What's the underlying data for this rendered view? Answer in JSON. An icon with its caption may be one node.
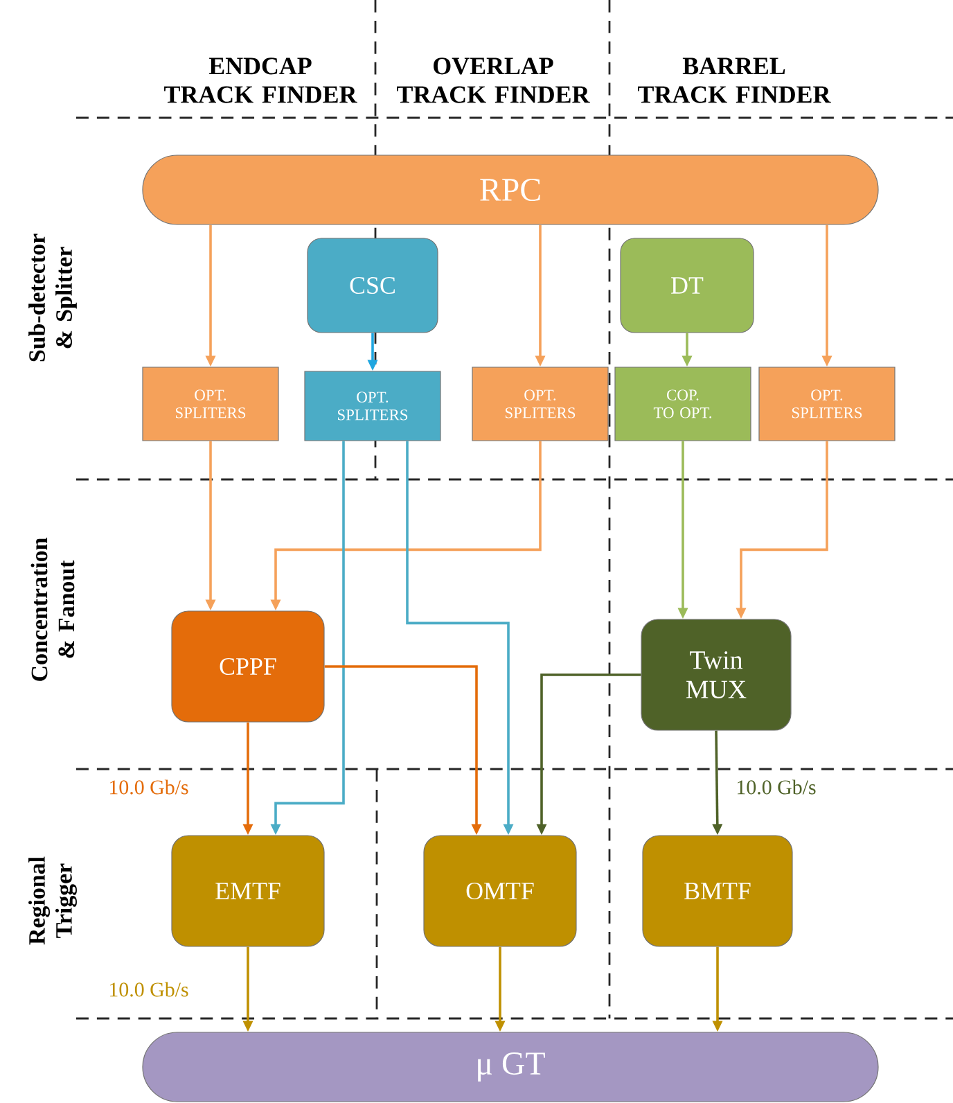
{
  "diagram": {
    "nodes": [
      {
        "text": [
          "RPC"
        ]
      },
      {
        "text": [
          "CSC"
        ]
      },
      {
        "text": [
          "DT"
        ]
      },
      {
        "text": [
          "OPT. SPLITERS"
        ]
      },
      {
        "text": [
          "OPT. SPLITERS"
        ]
      },
      {
        "text": [
          "OPT. SPLITERS"
        ]
      },
      {
        "text": [
          "COP. TO OPT."
        ]
      },
      {
        "text": [
          "OPT. SPLITERS"
        ]
      },
      {
        "text": [
          "CPPF"
        ]
      },
      {
        "text": [
          "Twin MUX"
        ]
      },
      {
        "text": [
          "EMTF"
        ]
      },
      {
        "text": [
          "OMTF"
        ]
      },
      {
        "text": [
          "BMTF"
        ]
      },
      {
        "text": [
          "μ GT"
        ]
      }
    ],
    "edges": [
      {
        "from": 0,
        "to": 3,
        "arrow": "to"
      },
      {
        "from": 1,
        "to": 4,
        "arrow": "to",
        "color": "#1fa6e0"
      },
      {
        "from": 0,
        "to": 5,
        "arrow": "to"
      },
      {
        "from": 2,
        "to": 6,
        "arrow": "to",
        "color": "#9bbb59"
      },
      {
        "from": 0,
        "to": 7,
        "arrow": "to"
      },
      {
        "from": 3,
        "to": 8,
        "arrow": "to"
      },
      {
        "from": 5,
        "to": 8,
        "arrow": "to"
      },
      {
        "from": 4,
        "to": 10,
        "arrow": "to",
        "color": "#4bacc6"
      },
      {
        "from": 4,
        "to": 11,
        "arrow": "to",
        "color": "#4bacc6"
      },
      {
        "from": 6,
        "to": 9,
        "arrow": "to",
        "color": "#9bbb59"
      },
      {
        "from": 7,
        "to": 9,
        "arrow": "to"
      },
      {
        "from": 8,
        "to": 10,
        "arrow": "to",
        "color": "#e46c0a",
        "label": "10.0 Gb/s"
      },
      {
        "from": 8,
        "to": 11,
        "arrow": "to",
        "color": "#e46c0a"
      },
      {
        "from": 9,
        "to": 11,
        "arrow": "to",
        "color": "#4f6228"
      },
      {
        "from": 9,
        "to": 12,
        "arrow": "to",
        "color": "#4f6228",
        "label": "10.0 Gb/s"
      },
      {
        "from": 10,
        "to": 13,
        "arrow": "to",
        "color": "#bf9000",
        "label": "10.0 Gb/s"
      },
      {
        "from": 11,
        "to": 13,
        "arrow": "to",
        "color": "#bf9000"
      },
      {
        "from": 12,
        "to": 13,
        "arrow": "to",
        "color": "#bf9000"
      }
    ],
    "labels": [
      "ENDCAP TRACK FINDER",
      "OVERLAP TRACK FINDER",
      "BARREL TRACK FINDER",
      "Sub-detector & Splitter",
      "Concentration & Fanout",
      "Regional Trigger"
    ]
  }
}
